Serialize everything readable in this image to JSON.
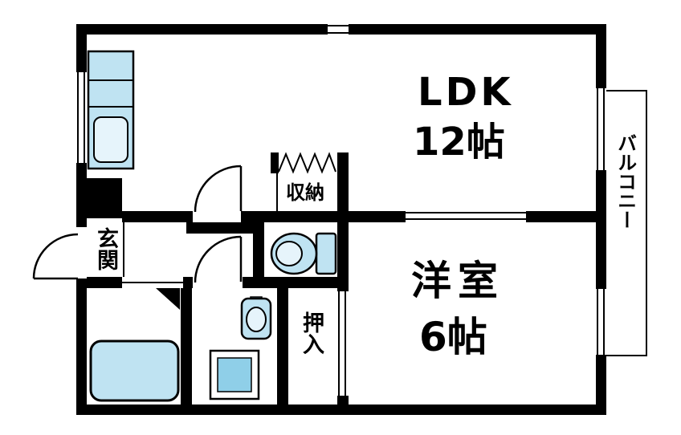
{
  "rooms": {
    "ldk": {
      "lines": [
        "LDK",
        "12帖"
      ]
    },
    "western": {
      "lines": [
        "洋室",
        "6帖"
      ]
    },
    "balcony": {
      "label": "バルコニー"
    },
    "entrance": {
      "label": "玄関"
    },
    "storage": {
      "label": "収納"
    },
    "closet": {
      "label": "押入"
    }
  },
  "fixtures": [
    "kitchen-counter-icon",
    "kitchen-sink-icon",
    "bathtub-icon",
    "toilet-icon",
    "vanity-icon",
    "washing-machine-pan-icon",
    "entrance-door-arc",
    "ldk-door-arc",
    "washroom-door-arc",
    "storage-folding-door",
    "closet-sliding-door",
    "bathroom-door-triangle",
    "window-marks"
  ],
  "colors": {
    "wall": "#000000",
    "bg": "#ffffff",
    "fixture_fill": "#bfe3f2",
    "fixture_fill_light": "#e6f4fb",
    "fixture_fill_dark": "#8fcfe8"
  }
}
